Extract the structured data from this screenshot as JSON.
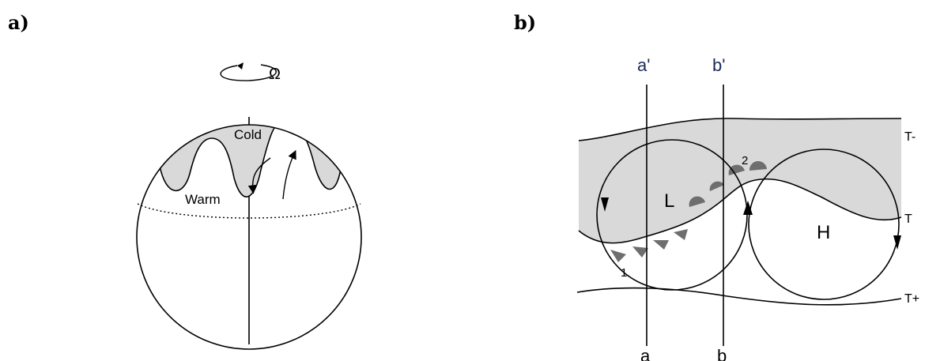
{
  "panels": {
    "a": {
      "label": "a)",
      "omega": "Ω",
      "cold": "Cold",
      "warm": "Warm"
    },
    "b": {
      "label": "b)",
      "top_a": "a'",
      "top_b": "b'",
      "bottom_a": "a",
      "bottom_b": "b",
      "low": "L",
      "high": "H",
      "point1": "1",
      "point2": "2",
      "iso_minus": "T-",
      "iso": "T",
      "iso_plus": "T+"
    }
  },
  "colors": {
    "shade": "#d9d9d9",
    "front": "#6e6e6e",
    "line": "#000000",
    "section_label": "#1a2a5a"
  }
}
